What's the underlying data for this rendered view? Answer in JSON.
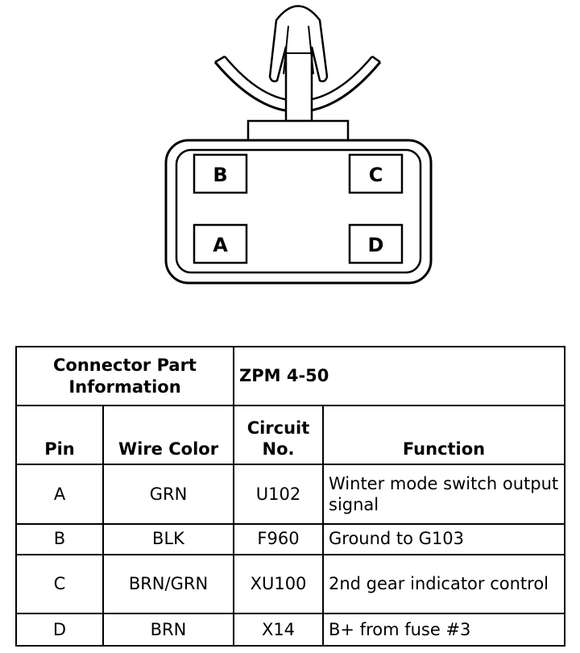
{
  "connector": {
    "pins": [
      "B",
      "C",
      "A",
      "D"
    ]
  },
  "table": {
    "part_info_label": "Connector Part Information",
    "part_info_value": "ZPM 4-50",
    "headers": {
      "pin": "Pin",
      "wire_color": "Wire Color",
      "circuit": "Circuit No.",
      "function": "Function"
    },
    "rows": [
      {
        "pin": "A",
        "wire_color": "GRN",
        "circuit": "U102",
        "function": "Winter mode switch output signal"
      },
      {
        "pin": "B",
        "wire_color": "BLK",
        "circuit": "F960",
        "function": "Ground to G103"
      },
      {
        "pin": "C",
        "wire_color": "BRN/GRN",
        "circuit": "XU100",
        "function": "2nd gear indicator control"
      },
      {
        "pin": "D",
        "wire_color": "BRN",
        "circuit": "X14",
        "function": "B+ from fuse #3"
      }
    ]
  }
}
